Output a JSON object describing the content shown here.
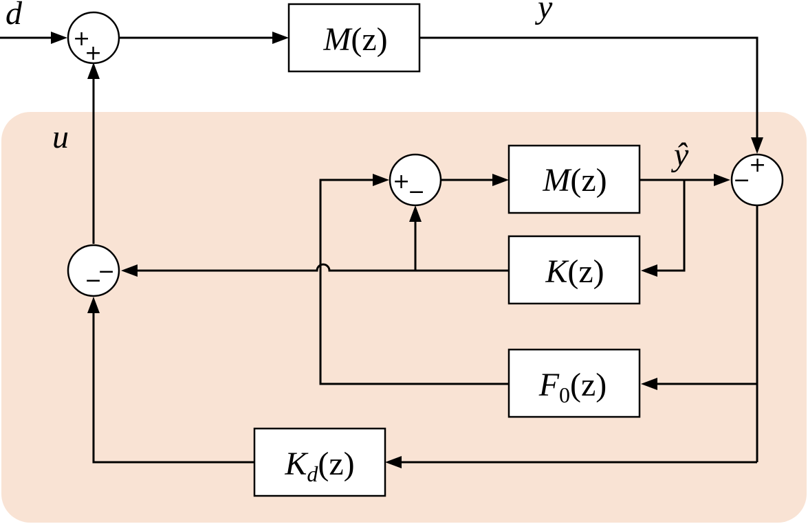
{
  "colors": {
    "region_fill": "#f9e3d4",
    "line": "#000000"
  },
  "signals": {
    "d": "d",
    "y": "y",
    "u": "u",
    "y_hat": "ŷ"
  },
  "blocks": {
    "plant": {
      "name": "M",
      "arg": "(z)"
    },
    "model": {
      "name": "M",
      "arg": "(z)"
    },
    "k": {
      "name": "K",
      "arg": "(z)"
    },
    "f0": {
      "name": "F",
      "sub": "0",
      "arg": "(z)"
    },
    "kd": {
      "name": "K",
      "sub": "d",
      "arg": "(z)"
    }
  },
  "sum_signs": {
    "s1": [
      "+",
      "+"
    ],
    "s2": [
      "+",
      "−"
    ],
    "s3": [
      "+",
      "−"
    ],
    "s4": [
      "−",
      "−"
    ]
  }
}
